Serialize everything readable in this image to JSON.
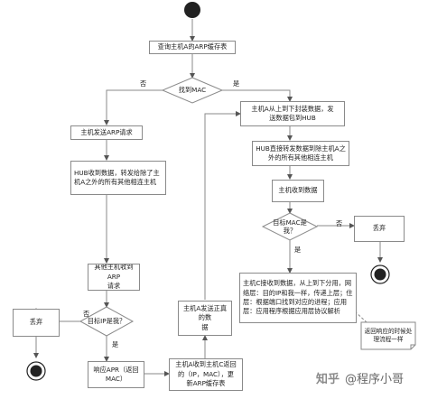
{
  "nodes": {
    "query_cache": "查询主机A的ARP缓存表",
    "found_mac": "找到MAC",
    "send_arp": "主机发送ARP请求",
    "hub_recv": "HUB收到数据，转发给除了主机A之外的所有其他相连主机",
    "others_recv": "其他主机收到ARP\n请求",
    "target_ip": "目标IP是我？",
    "discard_left": "丢弃",
    "reply_arp": "响应APR（返回\nMAC）",
    "a_recv_reply": "主机A收到主机C返回\n的（IP，MAC），更\n新ARP缓存表",
    "a_send_real": "主机A发送正真的数\n据",
    "encap": "主机A从上到下封装数据，发\n送数据包到HUB",
    "hub_forward": "HUB直接转发数据到除主机A之\n外的所有其他相连主机",
    "recv_data": "主机收到数据",
    "target_mac": "目标MAC是\n我？",
    "discard_right": "丢弃",
    "host_c": "主机C接收到数据，从上到下分用，网\n络层：目的IP和我一样，传递上层；住\n层：根据端口找到对应的进程；应用\n层：应用程序根据应用层协议解析",
    "note": "返回响应的时候处\n理流程一样"
  },
  "edges": {
    "no1": "否",
    "yes1": "是",
    "no2": "否",
    "yes2": "是",
    "no3": "否",
    "yes3": "是"
  },
  "watermark": {
    "zhihu": "知乎",
    "author": "@程序小哥"
  },
  "colors": {
    "line": "#8a8a8a",
    "terminal": "#222222",
    "border": "#8a8a8a"
  }
}
